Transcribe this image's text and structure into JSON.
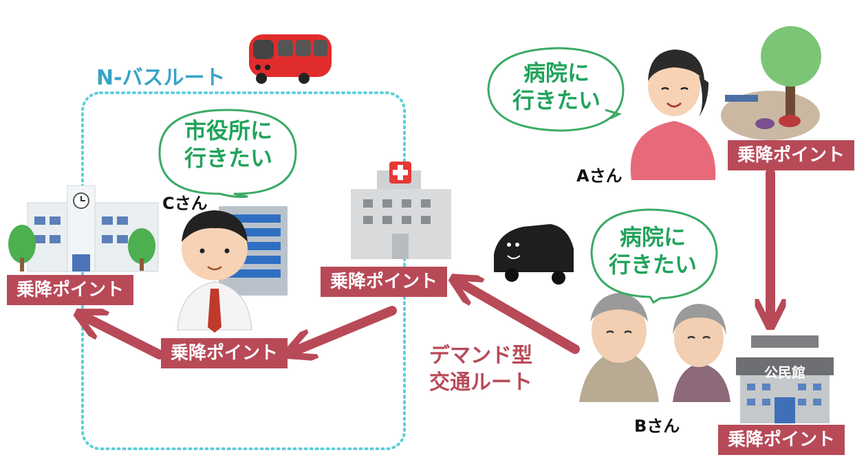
{
  "route": {
    "bus_route_title": "N-バスルート",
    "demand_route_text": "デマンド型\n交通ルート"
  },
  "labels": {
    "stop_school": "乗降ポイント",
    "stop_hospital": "乗降ポイント",
    "stop_center": "乗降ポイント",
    "stop_park": "乗降ポイント",
    "stop_community": "乗降ポイント"
  },
  "bubbles": {
    "c_wish": "市役所に\n行きたい",
    "a_wish": "病院に\n行きたい",
    "b_wish": "病院に\n行きたい"
  },
  "people": {
    "a_name": "Aさん",
    "b_name": "Bさん",
    "c_name": "Cさん"
  },
  "buildings": {
    "community_hall_sign": "公民館"
  },
  "colors": {
    "accent_red": "#b84a58",
    "route_blue": "#5dcfd9",
    "bubble_green": "#21a35b"
  }
}
